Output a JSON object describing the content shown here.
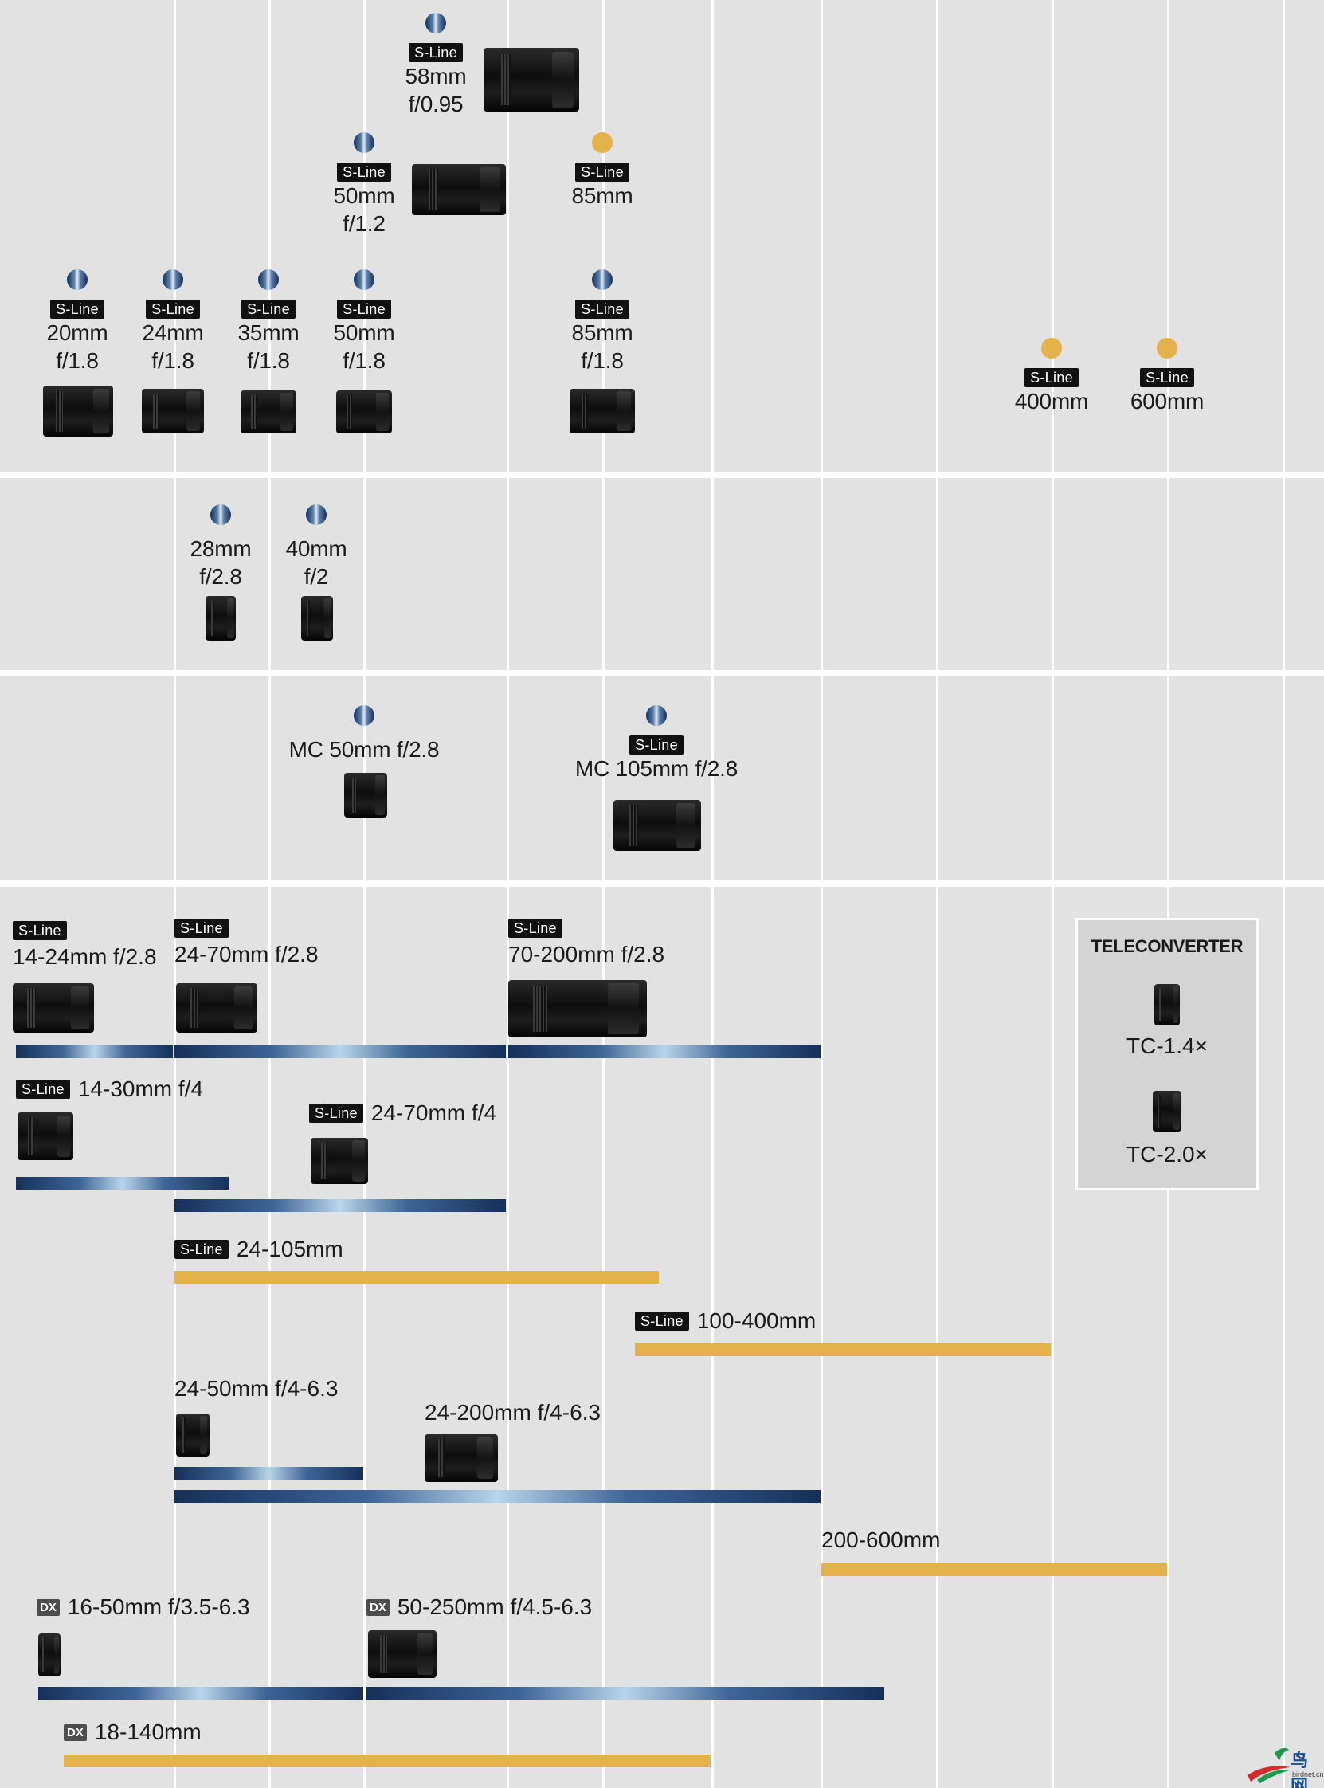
{
  "badge_sline": "S-Line",
  "badge_dx": "DX",
  "prime_top": {
    "p58": {
      "focal": "58mm",
      "aperture": "f/0.95"
    },
    "p50_12": {
      "focal": "50mm",
      "aperture": "f/1.2"
    },
    "p85_gold": {
      "focal": "85mm"
    }
  },
  "prime_row": [
    {
      "focal": "20mm",
      "aperture": "f/1.8"
    },
    {
      "focal": "24mm",
      "aperture": "f/1.8"
    },
    {
      "focal": "35mm",
      "aperture": "f/1.8"
    },
    {
      "focal": "50mm",
      "aperture": "f/1.8"
    },
    {
      "focal": "85mm",
      "aperture": "f/1.8"
    }
  ],
  "tele_primes": [
    {
      "focal": "400mm"
    },
    {
      "focal": "600mm"
    }
  ],
  "compact_primes": [
    {
      "focal": "28mm",
      "aperture": "f/2.8"
    },
    {
      "focal": "40mm",
      "aperture": "f/2"
    }
  ],
  "macro": {
    "mc50": {
      "name": "MC 50mm f/2.8"
    },
    "mc105": {
      "name": "MC 105mm f/2.8"
    }
  },
  "zooms": {
    "z14_24": "14-24mm f/2.8",
    "z24_70_28": "24-70mm f/2.8",
    "z70_200": "70-200mm f/2.8",
    "z14_30": "14-30mm f/4",
    "z24_70_4": "24-70mm f/4",
    "z24_105": "24-105mm",
    "z100_400": "100-400mm",
    "z24_50": "24-50mm f/4-6.3",
    "z24_200": "24-200mm f/4-6.3",
    "z200_600": "200-600mm",
    "dx16_50": "16-50mm f/3.5-6.3",
    "dx50_250": "50-250mm f/4.5-6.3",
    "dx18_140": "18-140mm"
  },
  "teleconverter": {
    "title": "TELECONVERTER",
    "items": [
      "TC-1.4×",
      "TC-2.0×"
    ]
  },
  "watermark": {
    "cn": "鸟网",
    "sub": "birdnet.cn"
  },
  "colors": {
    "background": "#e2e2e2",
    "gridline": "#ffffff",
    "released_gradient": "#15305a",
    "upcoming": "#e5b14b"
  }
}
